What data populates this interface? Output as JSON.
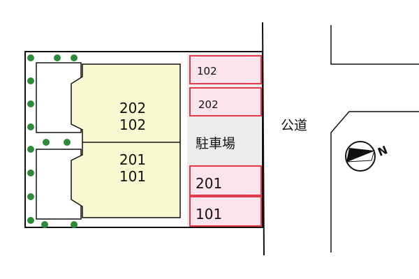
{
  "units": {
    "upper": [
      "202",
      "102"
    ],
    "lower": [
      "201",
      "101"
    ]
  },
  "parking_label": "駐車場",
  "road_label": "公道",
  "compass_label": "N",
  "parking_spaces": [
    "102",
    "202",
    "201",
    "101"
  ],
  "colors": {
    "building_fill": "#fafad2",
    "parking_fill": "#fce4ec",
    "parking_border": "#e53945",
    "parking_area": "#ececec",
    "tree": "#2e8b3a",
    "outline": "#111111"
  }
}
